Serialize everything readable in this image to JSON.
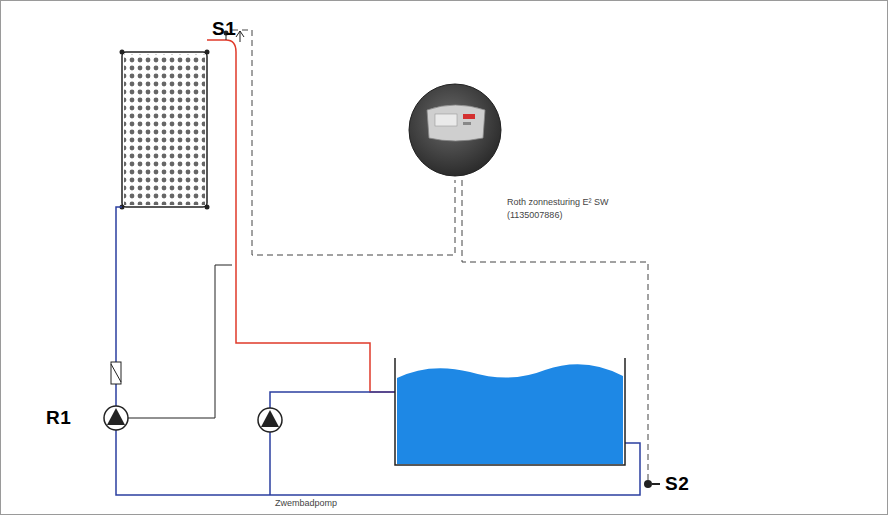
{
  "diagram": {
    "nodes": [
      {
        "text": [
          "Roth zonnesturing E² SW (1135007886)"
        ]
      }
    ],
    "labels": [
      "S1",
      "R1",
      "S2",
      "Zwembadpomp"
    ]
  }
}
